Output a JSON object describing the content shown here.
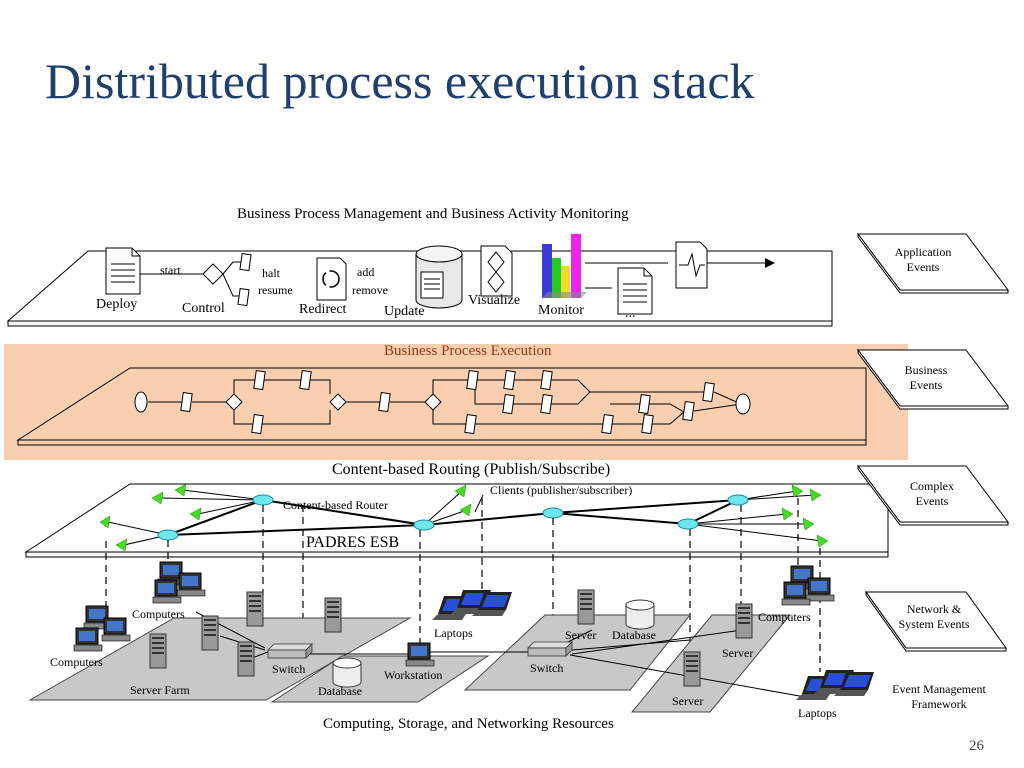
{
  "slide": {
    "title": "Distributed process execution stack",
    "page_number": "26"
  },
  "layers": {
    "bpm": {
      "title": "Business Process Management and Business Activity Monitoring",
      "labels": {
        "deploy": "Deploy",
        "control": "Control",
        "start": "start",
        "halt": "halt",
        "resume": "resume",
        "redirect": "Redirect",
        "add": "add",
        "remove": "remove",
        "update": "Update",
        "visualize": "Visualize",
        "monitor": "Monitor",
        "ellipsis": "..."
      }
    },
    "bpe": {
      "title": "Business Process Execution"
    },
    "routing": {
      "title": "Content-based Routing (Publish/Subscribe)",
      "clients": "Clients (publisher/subscriber)",
      "router": "Content-based Router",
      "esb": "PADRES ESB"
    },
    "resources": {
      "title": "Computing, Storage, and Networking Resources",
      "labels": {
        "computers_1": "Computers",
        "computers_2": "Computers",
        "computers_3": "Computers",
        "server_farm": "Server Farm",
        "switch_1": "Switch",
        "database_1": "Database",
        "workstation": "Workstation",
        "laptops_1": "Laptops",
        "switch_2": "Switch",
        "server_1": "Server",
        "database_2": "Database",
        "server_2": "Server",
        "server_3": "Server",
        "laptops_2": "Laptops"
      }
    }
  },
  "events": {
    "application": [
      "Application",
      "Events"
    ],
    "business": [
      "Business",
      "Events"
    ],
    "complex": [
      "Complex",
      "Events"
    ],
    "network": [
      "Network &",
      "System Events"
    ],
    "framework": [
      "Event Management",
      "Framework"
    ]
  },
  "colors": {
    "title": "#1f3f6e",
    "band": "#f9cfb0",
    "router": "#6ee6ee",
    "client": "#44dd22",
    "platform": "#c8c8c8"
  },
  "icons": [
    "document-icon",
    "gateway-diamond-icon",
    "redirect-icon",
    "database-icon",
    "visualize-icon",
    "bar-chart-icon",
    "waveform-icon",
    "computer-icon",
    "server-icon",
    "laptop-icon",
    "switch-icon",
    "router-node-icon",
    "client-node-icon"
  ]
}
